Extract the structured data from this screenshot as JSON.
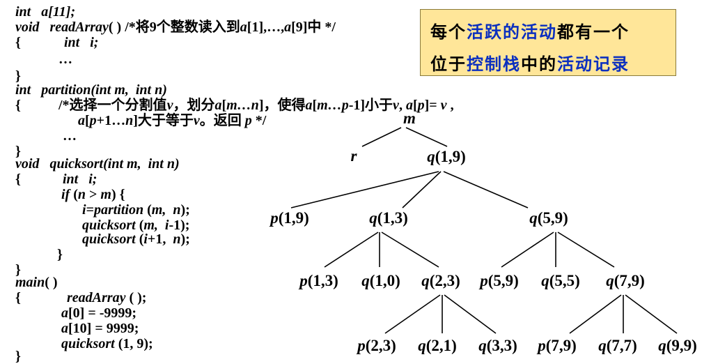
{
  "code": {
    "l1": [
      "int",
      "a[11];"
    ],
    "l2": [
      "void",
      "readArray",
      "( ) /*将9个整数读入到",
      "a",
      "[1],…,",
      "a",
      "[9]中 */"
    ],
    "l3": [
      "{",
      "int",
      "i;"
    ],
    "l4": "…",
    "l5": "}",
    "l6": [
      "int",
      "partition(int",
      "m,",
      "int",
      "n)"
    ],
    "l7": [
      "{",
      "/*选择一个分割值",
      "v",
      "，划分",
      "a",
      "[",
      "m…n",
      "]，使得",
      "a",
      "[",
      "m…p",
      "-1]小于",
      "v",
      ", ",
      "a",
      "[",
      "p",
      "]= ",
      "v",
      " ,"
    ],
    "l8": [
      "a",
      "[",
      "p",
      "+1…",
      "n",
      "]大于等于",
      "v",
      "。返回 ",
      "p",
      " */"
    ],
    "l9": "…",
    "l10": "}",
    "l11": [
      "void",
      "quicksort(int",
      "m,",
      "int",
      "n)"
    ],
    "l12": [
      "{",
      "int",
      "i;"
    ],
    "l13": [
      "if",
      " (",
      "n",
      " > ",
      "m",
      ") {"
    ],
    "l14": [
      "i=partition",
      " (",
      "m,",
      "n",
      ");"
    ],
    "l15": [
      "quicksort",
      " (",
      "m,",
      "i",
      "-1);"
    ],
    "l16": [
      "quicksort",
      " (",
      "i",
      "+1,",
      "n",
      ");"
    ],
    "l17": "}",
    "l18": "}",
    "l19": [
      "main",
      "( )"
    ],
    "l20": [
      "{",
      "readArray",
      " ( );"
    ],
    "l21": [
      "a",
      "[0] = -9999;"
    ],
    "l22": [
      "a",
      "[10] = 9999;"
    ],
    "l23": [
      "quicksort",
      " (1, 9);"
    ],
    "l24": "}"
  },
  "callout": {
    "line1": [
      "每个",
      "活跃的活动",
      "都有一个"
    ],
    "line2": [
      "位于",
      "控制栈",
      "中的",
      "活动记录"
    ],
    "background": "#ffe699",
    "highlight": "#0b2fbf"
  },
  "tree": {
    "m": [
      "m"
    ],
    "r": [
      "r"
    ],
    "q19": [
      "q",
      "(1,9)"
    ],
    "p19": [
      "p",
      "(1,9)"
    ],
    "q13": [
      "q",
      "(1,3)"
    ],
    "q59": [
      "q",
      "(5,9)"
    ],
    "p13": [
      "p",
      "(1,3)"
    ],
    "q10": [
      "q",
      "(1,0)"
    ],
    "q23": [
      "q",
      "(2,3)"
    ],
    "p59": [
      "p",
      "(5,9)"
    ],
    "q55": [
      "q",
      "(5,5)"
    ],
    "q79": [
      "q",
      "(7,9)"
    ],
    "p23": [
      "p",
      "(2,3)"
    ],
    "q21": [
      "q",
      "(2,1)"
    ],
    "q33": [
      "q",
      "(3,3)"
    ],
    "p79": [
      "p",
      "(7,9)"
    ],
    "q77": [
      "q",
      "(7,7)"
    ],
    "q99": [
      "q",
      "(9,9)"
    ]
  }
}
